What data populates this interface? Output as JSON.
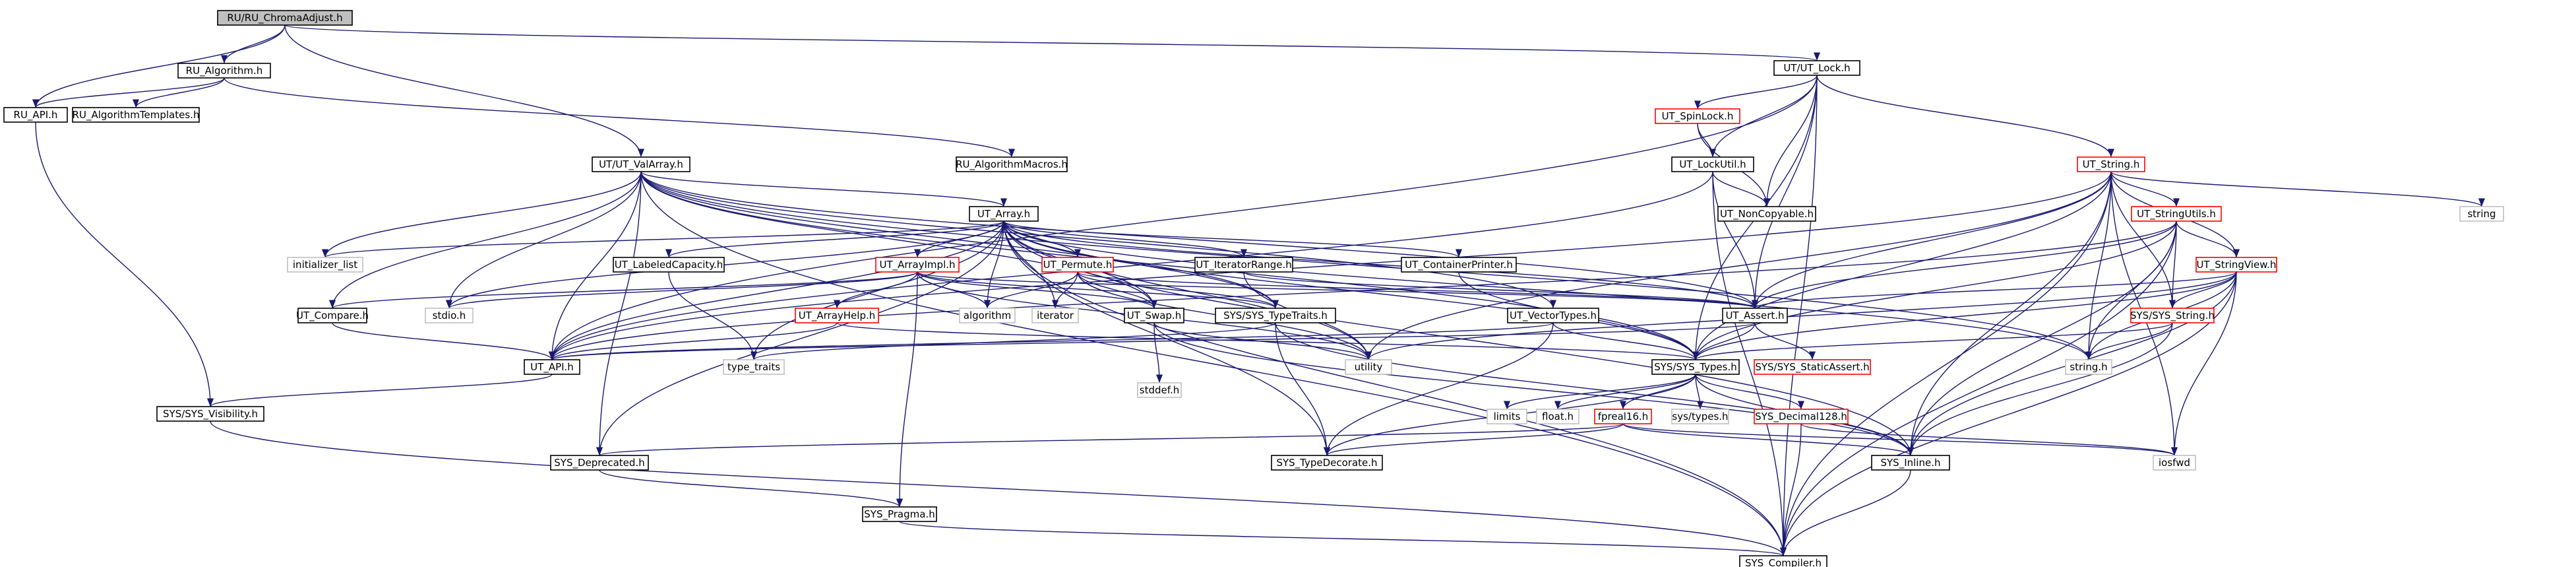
{
  "diagram": {
    "colors": {
      "edge": "#191970",
      "normal_border": "#000000",
      "missing_border": "#ff0000",
      "external_border": "#bfbfbf",
      "root_fill": "#bfbfbf",
      "text": "#000000",
      "external_text": "#000000"
    },
    "nodes": [
      {
        "id": "root",
        "label": "RU/RU_ChromaAdjust.h",
        "kind": "root"
      },
      {
        "id": "ru_algorithm",
        "label": "RU_Algorithm.h",
        "kind": "normal"
      },
      {
        "id": "ut_lock",
        "label": "UT/UT_Lock.h",
        "kind": "normal"
      },
      {
        "id": "ru_api",
        "label": "RU_API.h",
        "kind": "normal"
      },
      {
        "id": "ru_algtemplates",
        "label": "RU_AlgorithmTemplates.h",
        "kind": "normal"
      },
      {
        "id": "ut_spinlock",
        "label": "UT_SpinLock.h",
        "kind": "missing"
      },
      {
        "id": "ut_valarray",
        "label": "UT/UT_ValArray.h",
        "kind": "normal"
      },
      {
        "id": "ru_algmacros",
        "label": "RU_AlgorithmMacros.h",
        "kind": "normal"
      },
      {
        "id": "ut_lockutil",
        "label": "UT_LockUtil.h",
        "kind": "normal"
      },
      {
        "id": "ut_string",
        "label": "UT_String.h",
        "kind": "missing"
      },
      {
        "id": "ut_noncopyable",
        "label": "UT_NonCopyable.h",
        "kind": "normal"
      },
      {
        "id": "ut_array",
        "label": "UT_Array.h",
        "kind": "normal"
      },
      {
        "id": "ut_stringutils",
        "label": "UT_StringUtils.h",
        "kind": "missing"
      },
      {
        "id": "string",
        "label": "string",
        "kind": "external"
      },
      {
        "id": "initializer_list",
        "label": "initializer_list",
        "kind": "external"
      },
      {
        "id": "ut_labeledcapacity",
        "label": "UT_LabeledCapacity.h",
        "kind": "normal"
      },
      {
        "id": "ut_arrayimpl",
        "label": "UT_ArrayImpl.h",
        "kind": "missing"
      },
      {
        "id": "ut_permute",
        "label": "UT_Permute.h",
        "kind": "missing"
      },
      {
        "id": "ut_iteratorrange",
        "label": "UT_IteratorRange.h",
        "kind": "normal"
      },
      {
        "id": "ut_containerprinter",
        "label": "UT_ContainerPrinter.h",
        "kind": "normal"
      },
      {
        "id": "ut_stringview",
        "label": "UT_StringView.h",
        "kind": "missing"
      },
      {
        "id": "ut_compare",
        "label": "UT_Compare.h",
        "kind": "normal"
      },
      {
        "id": "stdio",
        "label": "stdio.h",
        "kind": "external"
      },
      {
        "id": "algorithm",
        "label": "algorithm",
        "kind": "external"
      },
      {
        "id": "iterator",
        "label": "iterator",
        "kind": "external"
      },
      {
        "id": "ut_swap",
        "label": "UT_Swap.h",
        "kind": "normal"
      },
      {
        "id": "sys_typetraits",
        "label": "SYS/SYS_TypeTraits.h",
        "kind": "normal"
      },
      {
        "id": "ut_vectortypes",
        "label": "UT_VectorTypes.h",
        "kind": "normal"
      },
      {
        "id": "ut_assert",
        "label": "UT_Assert.h",
        "kind": "normal"
      },
      {
        "id": "sys_string",
        "label": "SYS/SYS_String.h",
        "kind": "missing"
      },
      {
        "id": "ut_arrayhelp",
        "label": "UT_ArrayHelp.h",
        "kind": "missing"
      },
      {
        "id": "ut_api",
        "label": "UT_API.h",
        "kind": "normal"
      },
      {
        "id": "type_traits",
        "label": "type_traits",
        "kind": "external"
      },
      {
        "id": "utility",
        "label": "utility",
        "kind": "external"
      },
      {
        "id": "stddef",
        "label": "stddef.h",
        "kind": "external"
      },
      {
        "id": "sys_types",
        "label": "SYS/SYS_Types.h",
        "kind": "normal"
      },
      {
        "id": "sys_staticassert",
        "label": "SYS/SYS_StaticAssert.h",
        "kind": "missing"
      },
      {
        "id": "string_h",
        "label": "string.h",
        "kind": "external"
      },
      {
        "id": "sys_visibility",
        "label": "SYS/SYS_Visibility.h",
        "kind": "normal"
      },
      {
        "id": "limits",
        "label": "limits",
        "kind": "external"
      },
      {
        "id": "float_h",
        "label": "float.h",
        "kind": "external"
      },
      {
        "id": "sys_types_h",
        "label": "sys/types.h",
        "kind": "external"
      },
      {
        "id": "fpreal16",
        "label": "fpreal16.h",
        "kind": "missing"
      },
      {
        "id": "sys_decimal128",
        "label": "SYS_Decimal128.h",
        "kind": "missing"
      },
      {
        "id": "sys_deprecated",
        "label": "SYS_Deprecated.h",
        "kind": "normal"
      },
      {
        "id": "sys_typedecorate",
        "label": "SYS_TypeDecorate.h",
        "kind": "normal"
      },
      {
        "id": "sys_inline",
        "label": "SYS_Inline.h",
        "kind": "normal"
      },
      {
        "id": "iosfwd",
        "label": "iosfwd",
        "kind": "external"
      },
      {
        "id": "sys_pragma",
        "label": "SYS_Pragma.h",
        "kind": "normal"
      },
      {
        "id": "sys_compiler",
        "label": "SYS_Compiler.h",
        "kind": "normal"
      }
    ],
    "edges": [
      [
        "root",
        "ru_algorithm"
      ],
      [
        "root",
        "ut_lock"
      ],
      [
        "root",
        "ru_api"
      ],
      [
        "root",
        "ut_valarray"
      ],
      [
        "ru_algorithm",
        "ru_api"
      ],
      [
        "ru_algorithm",
        "ru_algtemplates"
      ],
      [
        "ru_algorithm",
        "ru_algmacros"
      ],
      [
        "ru_api",
        "sys_visibility"
      ],
      [
        "ut_lock",
        "ut_spinlock"
      ],
      [
        "ut_lock",
        "ut_lockutil"
      ],
      [
        "ut_lock",
        "ut_string"
      ],
      [
        "ut_lock",
        "ut_noncopyable"
      ],
      [
        "ut_lock",
        "ut_assert"
      ],
      [
        "ut_lock",
        "sys_types"
      ],
      [
        "ut_lock",
        "ut_api"
      ],
      [
        "ut_lock",
        "sys_compiler"
      ],
      [
        "ut_spinlock",
        "ut_lockutil"
      ],
      [
        "ut_spinlock",
        "ut_noncopyable"
      ],
      [
        "ut_lockutil",
        "ut_noncopyable"
      ],
      [
        "ut_lockutil",
        "ut_assert"
      ],
      [
        "ut_lockutil",
        "ut_api"
      ],
      [
        "ut_lockutil",
        "sys_compiler"
      ],
      [
        "ut_valarray",
        "ut_array"
      ],
      [
        "ut_valarray",
        "ut_api"
      ],
      [
        "ut_valarray",
        "ut_compare"
      ],
      [
        "ut_valarray",
        "stdio"
      ],
      [
        "ut_valarray",
        "initializer_list"
      ],
      [
        "ut_valarray",
        "sys_typetraits"
      ],
      [
        "ut_valarray",
        "ut_vectortypes"
      ],
      [
        "ut_valarray",
        "sys_types"
      ],
      [
        "ut_valarray",
        "ut_assert"
      ],
      [
        "ut_valarray",
        "sys_deprecated"
      ],
      [
        "ut_valarray",
        "string_h"
      ],
      [
        "ut_valarray",
        "sys_compiler"
      ],
      [
        "ut_valarray",
        "ut_swap"
      ],
      [
        "ut_array",
        "ut_labeledcapacity"
      ],
      [
        "ut_array",
        "ut_arrayimpl"
      ],
      [
        "ut_array",
        "ut_permute"
      ],
      [
        "ut_array",
        "ut_iteratorrange"
      ],
      [
        "ut_array",
        "ut_containerprinter"
      ],
      [
        "ut_array",
        "ut_api"
      ],
      [
        "ut_array",
        "initializer_list"
      ],
      [
        "ut_array",
        "algorithm"
      ],
      [
        "ut_array",
        "iterator"
      ],
      [
        "ut_array",
        "ut_swap"
      ],
      [
        "ut_array",
        "sys_typetraits"
      ],
      [
        "ut_array",
        "ut_assert"
      ],
      [
        "ut_array",
        "sys_types"
      ],
      [
        "ut_array",
        "type_traits"
      ],
      [
        "ut_array",
        "string_h"
      ],
      [
        "ut_array",
        "sys_deprecated"
      ],
      [
        "ut_array",
        "sys_typedecorate"
      ],
      [
        "ut_array",
        "sys_inline"
      ],
      [
        "ut_array",
        "utility"
      ],
      [
        "ut_array",
        "stdio"
      ],
      [
        "ut_array",
        "sys_compiler"
      ],
      [
        "ut_labeledcapacity",
        "type_traits"
      ],
      [
        "ut_arrayimpl",
        "ut_arrayhelp"
      ],
      [
        "ut_arrayimpl",
        "ut_compare"
      ],
      [
        "ut_arrayimpl",
        "algorithm"
      ],
      [
        "ut_arrayimpl",
        "ut_swap"
      ],
      [
        "ut_arrayimpl",
        "sys_typetraits"
      ],
      [
        "ut_arrayimpl",
        "ut_assert"
      ],
      [
        "ut_arrayimpl",
        "sys_pragma"
      ],
      [
        "ut_arrayimpl",
        "utility"
      ],
      [
        "ut_arrayimpl",
        "stdio"
      ],
      [
        "ut_permute",
        "algorithm"
      ],
      [
        "ut_permute",
        "iterator"
      ],
      [
        "ut_permute",
        "ut_swap"
      ],
      [
        "ut_permute",
        "sys_typetraits"
      ],
      [
        "ut_permute",
        "ut_assert"
      ],
      [
        "ut_permute",
        "utility"
      ],
      [
        "ut_iteratorrange",
        "utility"
      ],
      [
        "ut_iteratorrange",
        "ut_assert"
      ],
      [
        "ut_containerprinter",
        "sys_types"
      ],
      [
        "ut_compare",
        "ut_api"
      ],
      [
        "ut_arrayhelp",
        "ut_api"
      ],
      [
        "ut_arrayhelp",
        "sys_types"
      ],
      [
        "ut_swap",
        "stddef"
      ],
      [
        "ut_swap",
        "utility"
      ],
      [
        "ut_swap",
        "sys_inline"
      ],
      [
        "sys_typetraits",
        "sys_typedecorate"
      ],
      [
        "sys_typetraits",
        "sys_inline"
      ],
      [
        "sys_typetraits",
        "type_traits"
      ],
      [
        "ut_vectortypes",
        "sys_types"
      ],
      [
        "ut_vectortypes",
        "sys_typedecorate"
      ],
      [
        "ut_vectortypes",
        "ut_api"
      ],
      [
        "ut_assert",
        "ut_api"
      ],
      [
        "ut_assert",
        "sys_types"
      ],
      [
        "ut_assert",
        "sys_staticassert"
      ],
      [
        "ut_string",
        "ut_stringutils"
      ],
      [
        "ut_string",
        "ut_stringview"
      ],
      [
        "ut_string",
        "string"
      ],
      [
        "ut_string",
        "sys_string"
      ],
      [
        "ut_string",
        "ut_assert"
      ],
      [
        "ut_string",
        "sys_types"
      ],
      [
        "ut_string",
        "iosfwd"
      ],
      [
        "ut_string",
        "string_h"
      ],
      [
        "ut_string",
        "sys_inline"
      ],
      [
        "ut_string",
        "ut_api"
      ],
      [
        "ut_string",
        "utility"
      ],
      [
        "ut_string",
        "sys_compiler"
      ],
      [
        "ut_stringutils",
        "ut_stringview"
      ],
      [
        "ut_stringutils",
        "sys_string"
      ],
      [
        "ut_stringutils",
        "ut_assert"
      ],
      [
        "ut_stringutils",
        "sys_types"
      ],
      [
        "ut_stringutils",
        "string_h"
      ],
      [
        "ut_stringutils",
        "sys_inline"
      ],
      [
        "ut_stringutils",
        "sys_compiler"
      ],
      [
        "ut_stringutils",
        "ut_api"
      ],
      [
        "ut_stringview",
        "sys_string"
      ],
      [
        "ut_stringview",
        "ut_assert"
      ],
      [
        "ut_stringview",
        "sys_types"
      ],
      [
        "ut_stringview",
        "iosfwd"
      ],
      [
        "ut_stringview",
        "string_h"
      ],
      [
        "ut_stringview",
        "sys_inline"
      ],
      [
        "ut_stringview",
        "utility"
      ],
      [
        "ut_stringview",
        "sys_compiler"
      ],
      [
        "sys_string",
        "sys_types"
      ],
      [
        "sys_string",
        "string_h"
      ],
      [
        "sys_string",
        "sys_inline"
      ],
      [
        "ut_api",
        "sys_visibility"
      ],
      [
        "sys_types",
        "limits"
      ],
      [
        "sys_types",
        "float_h"
      ],
      [
        "sys_types",
        "sys_types_h"
      ],
      [
        "sys_types",
        "fpreal16"
      ],
      [
        "sys_types",
        "sys_decimal128"
      ],
      [
        "sys_types",
        "sys_inline"
      ],
      [
        "sys_types",
        "sys_typedecorate"
      ],
      [
        "fpreal16",
        "sys_deprecated"
      ],
      [
        "fpreal16",
        "sys_inline"
      ],
      [
        "fpreal16",
        "iosfwd"
      ],
      [
        "fpreal16",
        "sys_typedecorate"
      ],
      [
        "sys_decimal128",
        "sys_compiler"
      ],
      [
        "sys_decimal128",
        "iosfwd"
      ],
      [
        "sys_visibility",
        "sys_compiler"
      ],
      [
        "sys_deprecated",
        "sys_pragma"
      ],
      [
        "sys_pragma",
        "sys_compiler"
      ],
      [
        "sys_inline",
        "sys_compiler"
      ]
    ]
  }
}
